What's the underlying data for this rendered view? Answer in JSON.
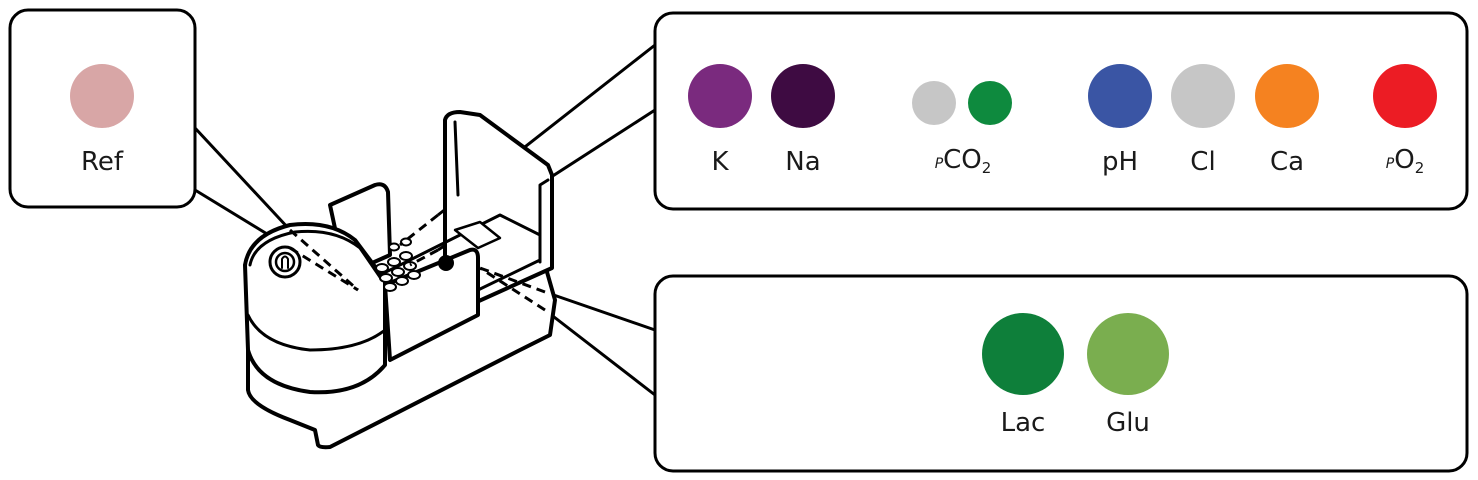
{
  "panels": {
    "reference": {
      "sensors": [
        {
          "label": "Ref",
          "color": "#D8A6A6"
        }
      ]
    },
    "top": {
      "sensors": [
        {
          "label": "K",
          "color": "#7A2A7E"
        },
        {
          "label": "Na",
          "color": "#3E0B42"
        },
        {
          "label_prefix": "P",
          "label_main": "CO",
          "label_sub": "2",
          "colors": [
            "#C6C6C6",
            "#0E8A3E"
          ]
        },
        {
          "label": "pH",
          "color": "#3A55A4"
        },
        {
          "label": "Cl",
          "color": "#C6C6C6"
        },
        {
          "label": "Ca",
          "color": "#F58220"
        },
        {
          "label_prefix": "P",
          "label_main": "O",
          "label_sub": "2",
          "color": "#EC1C24"
        }
      ]
    },
    "bottom": {
      "sensors": [
        {
          "label": "Lac",
          "color": "#0E7F3A"
        },
        {
          "label": "Glu",
          "color": "#7AAE4F"
        }
      ]
    }
  },
  "device": {
    "icon": "cartridge-device-icon",
    "outline_color": "#000000"
  }
}
